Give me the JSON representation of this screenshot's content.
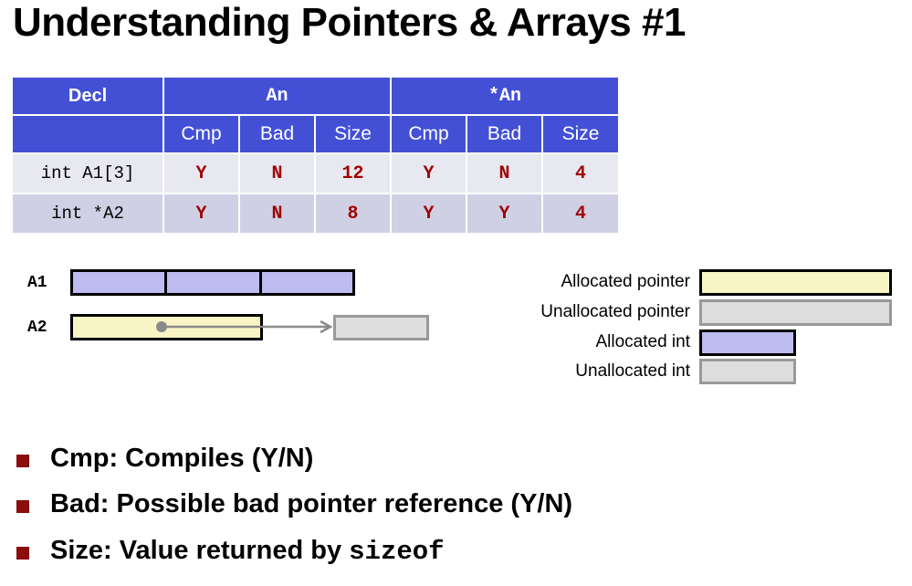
{
  "title": "Understanding Pointers & Arrays #1",
  "table": {
    "header": {
      "decl": "Decl",
      "group1": "An",
      "group2": "*An"
    },
    "subheaders": [
      "Cmp",
      "Bad",
      "Size",
      "Cmp",
      "Bad",
      "Size"
    ],
    "rows": [
      {
        "decl": "int A1[3]",
        "values": [
          "Y",
          "N",
          "12",
          "Y",
          "N",
          "4"
        ]
      },
      {
        "decl": "int *A2",
        "values": [
          "Y",
          "N",
          "8",
          "Y",
          "Y",
          "4"
        ]
      }
    ]
  },
  "diagram": {
    "a1_label": "A1",
    "a2_label": "A2"
  },
  "legend": {
    "allocated_pointer": "Allocated  pointer",
    "unallocated_pointer": "Unallocated pointer",
    "allocated_int": "Allocated  int",
    "unallocated_int": "Unallocated  int"
  },
  "bullets": [
    {
      "text": "Cmp: Compiles (Y/N)"
    },
    {
      "text": "Bad: Possible bad pointer reference (Y/N)"
    },
    {
      "text": "Size: Value returned by ",
      "code": "sizeof"
    }
  ],
  "colors": {
    "header_bg": "#4350d6",
    "row1_bg": "#e8e8f0",
    "row2_bg": "#d0d0e4",
    "value_text": "#a00000",
    "allocated_pointer": "#f8f4c4",
    "unallocated": "#dedede",
    "allocated_int": "#bdbbf0",
    "bullet": "#8b0d0d"
  }
}
